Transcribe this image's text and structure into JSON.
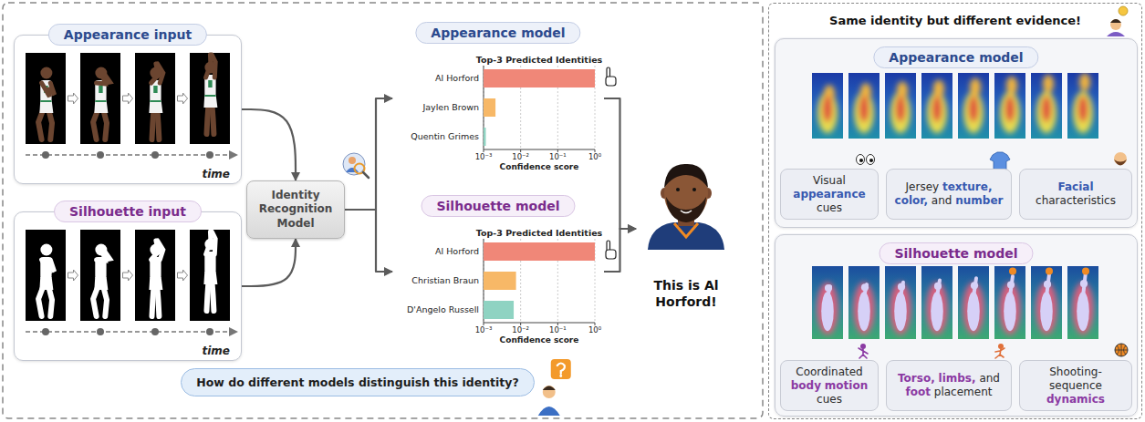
{
  "diagram": {
    "nodes": [
      {
        "text": [
          "Appearance input",
          "time"
        ]
      },
      {
        "text": [
          "Silhouette input",
          "time"
        ]
      },
      {
        "text": [
          "Identity Recognition Model"
        ]
      },
      {
        "text": [
          "Appearance model",
          "Top-3 Predicted Identities"
        ]
      },
      {
        "text": [
          "Silhouette model",
          "Top-3 Predicted Identities"
        ]
      },
      {
        "text": [
          "This is Al Horford!"
        ]
      },
      {
        "text": [
          "How do different models distinguish this identity?"
        ]
      },
      {
        "text": [
          "Same identity but different evidence!"
        ]
      },
      {
        "text": [
          "Appearance model"
        ],
        "in": 7
      },
      {
        "text": [
          "Visual appearance cues"
        ],
        "in": 8
      },
      {
        "text": [
          "Jersey texture, color, and number"
        ],
        "in": 8
      },
      {
        "text": [
          "Facial characteristics"
        ],
        "in": 8
      },
      {
        "text": [
          "Silhouette model"
        ],
        "in": 7
      },
      {
        "text": [
          "Coordinated body motion cues"
        ],
        "in": 12
      },
      {
        "text": [
          "Torso, limbs, and foot placement"
        ],
        "in": 12
      },
      {
        "text": [
          "Shooting-sequence dynamics"
        ],
        "in": 12
      }
    ],
    "edges": [
      {
        "from": 0,
        "to": 2,
        "arrow": "to"
      },
      {
        "from": 1,
        "to": 2,
        "arrow": "to"
      },
      {
        "from": 2,
        "to": 3,
        "arrow": "to"
      },
      {
        "from": 2,
        "to": 4,
        "arrow": "to"
      },
      {
        "from": 3,
        "to": 5,
        "arrow": "to"
      },
      {
        "from": 4,
        "to": 5,
        "arrow": "to"
      }
    ],
    "labels": [
      "Al Horford",
      "Jaylen Brown",
      "Quentin Grimes",
      "10⁻³",
      "10⁻²",
      "10⁻¹",
      "10⁰",
      "Confidence score",
      "Al Horford",
      "Christian Braun",
      "D'Angelo Russell",
      "10⁻³",
      "10⁻²",
      "10⁻¹",
      "10⁰",
      "Confidence score"
    ]
  }
}
